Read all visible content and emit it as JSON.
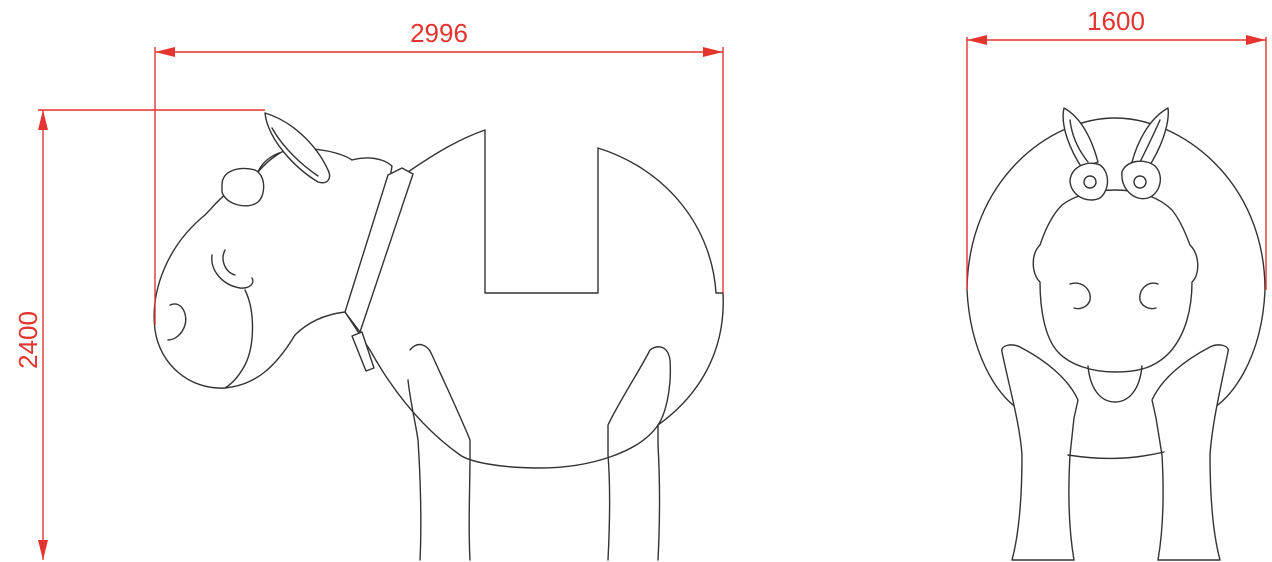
{
  "drawing": {
    "dimensions": {
      "side_width": "2996",
      "front_width": "1600",
      "height": "2400"
    },
    "dimension_color": "#e3342f",
    "outline_color": "#333333"
  }
}
